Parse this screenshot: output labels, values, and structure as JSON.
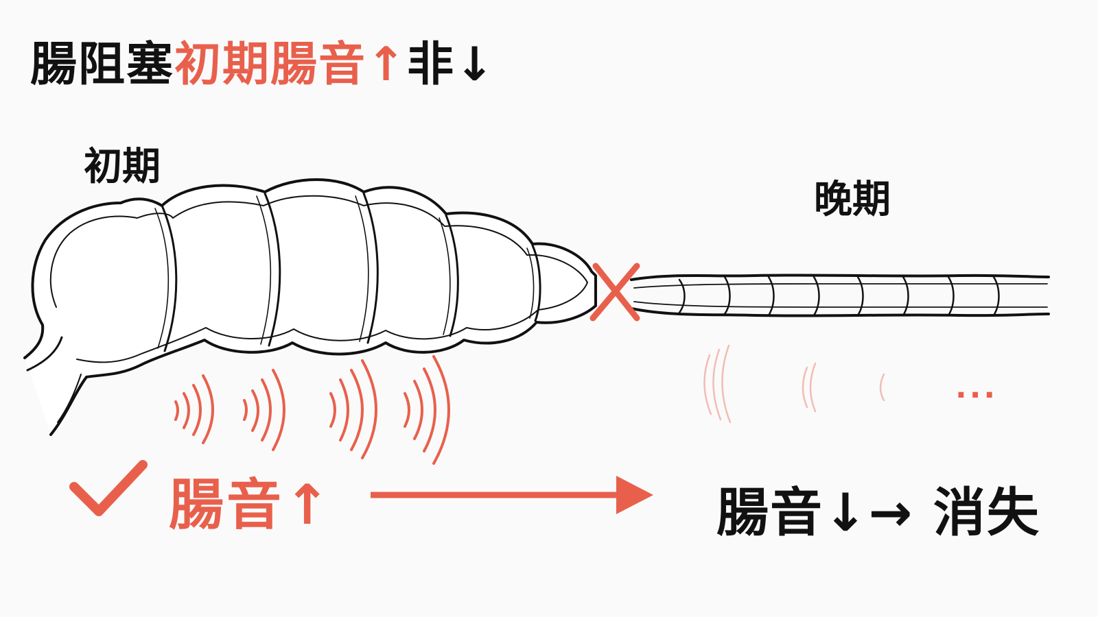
{
  "title": {
    "part_dark": "腸阻塞",
    "part_accent": "初期腸音↑",
    "part_tail": "非↓"
  },
  "labels": {
    "early": "初期",
    "late": "晚期"
  },
  "results": {
    "early": "腸音↑",
    "late": "腸音↓→ 消失",
    "ellipsis": "..."
  },
  "icons": {
    "check": "check-mark-icon",
    "obstruction": "x-mark-icon",
    "sound": "sound-wave-icon",
    "arrow": "right-arrow-icon"
  },
  "colors": {
    "accent": "#e8604c",
    "text": "#111111",
    "background": "#fafafa"
  }
}
